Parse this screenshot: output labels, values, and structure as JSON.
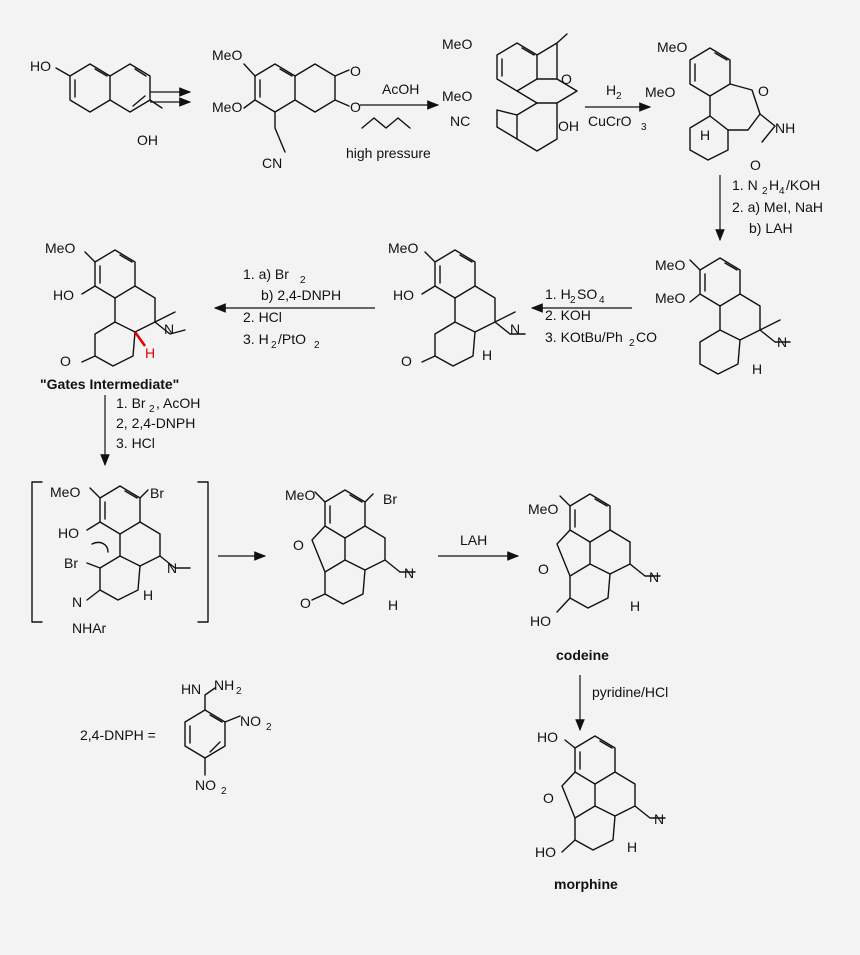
{
  "labels": {
    "ho": "HO",
    "oh": "OH",
    "meo": "MeO",
    "cn": "CN",
    "nc": "NC",
    "o": "O",
    "n": "N",
    "nh": "NH",
    "h": "H",
    "br": "Br",
    "nhar": "NHAr",
    "dnph_eq": "2,4-DNPH =",
    "nh2": "NH",
    "no2": "NO",
    "sub2": "2"
  },
  "steps": {
    "s2_a": "AcOH",
    "s2_b": "high pressure",
    "s3_a": "H",
    "s3_b": "CuCrO",
    "s4_1": "1. N",
    "s4_1b": "H",
    "s4_1c": "/KOH",
    "s4_2": "2. a) MeI, NaH",
    "s4_3": "b) LAH",
    "s5_1": "1. H",
    "s5_1b": "SO",
    "s5_2": "2. KOH",
    "s5_3": "3. KOtBu/Ph",
    "s5_3b": "CO",
    "s6_1": "1. a) Br",
    "s6_2": "b) 2,4-DNPH",
    "s6_3": "2. HCl",
    "s6_4": "3. H",
    "s6_4b": "/PtO",
    "s7_1": "1. Br",
    "s7_1b": ", AcOH",
    "s7_2": "2, 2,4-DNPH",
    "s7_3": "3. HCl",
    "s8": "LAH",
    "s9": "pyridine/HCl"
  },
  "names": {
    "gates": "\"Gates Intermediate\"",
    "codeine": "codeine",
    "morphine": "morphine"
  }
}
